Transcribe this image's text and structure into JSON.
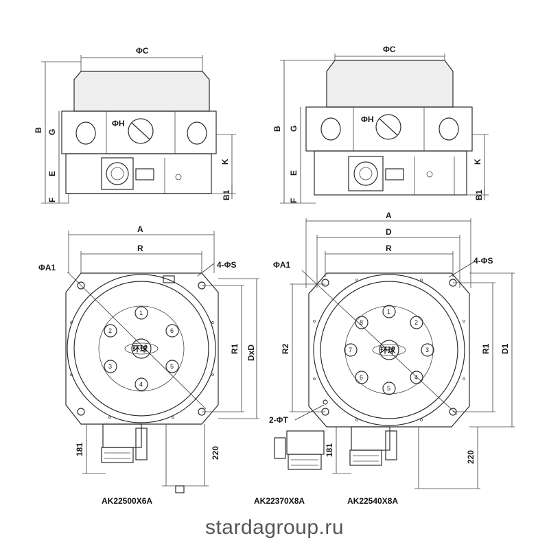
{
  "labels": {
    "phiC": "ΦC",
    "phiH": "ΦH",
    "B": "B",
    "G": "G",
    "E": "E",
    "F": "F",
    "K": "K",
    "B1": "B1",
    "A": "A",
    "R": "R",
    "D": "D",
    "phiA1": "ΦA1",
    "fourPhiS": "4-ΦS",
    "R1": "R1",
    "R2": "R2",
    "D1": "D1",
    "DxD": "DxD",
    "twoPhiT": "2-ΦT",
    "dim181": "181",
    "dim220": "220"
  },
  "station_numbers_6": [
    "1",
    "2",
    "3",
    "4",
    "5",
    "6"
  ],
  "station_numbers_8": [
    "1",
    "2",
    "3",
    "4",
    "5",
    "6",
    "7",
    "8"
  ],
  "logo_text": "环球",
  "models": {
    "left": "AK22500X6A",
    "middle": "AK22370X8A",
    "right": "AK22540X8A"
  },
  "footer": "stardagroup.ru"
}
